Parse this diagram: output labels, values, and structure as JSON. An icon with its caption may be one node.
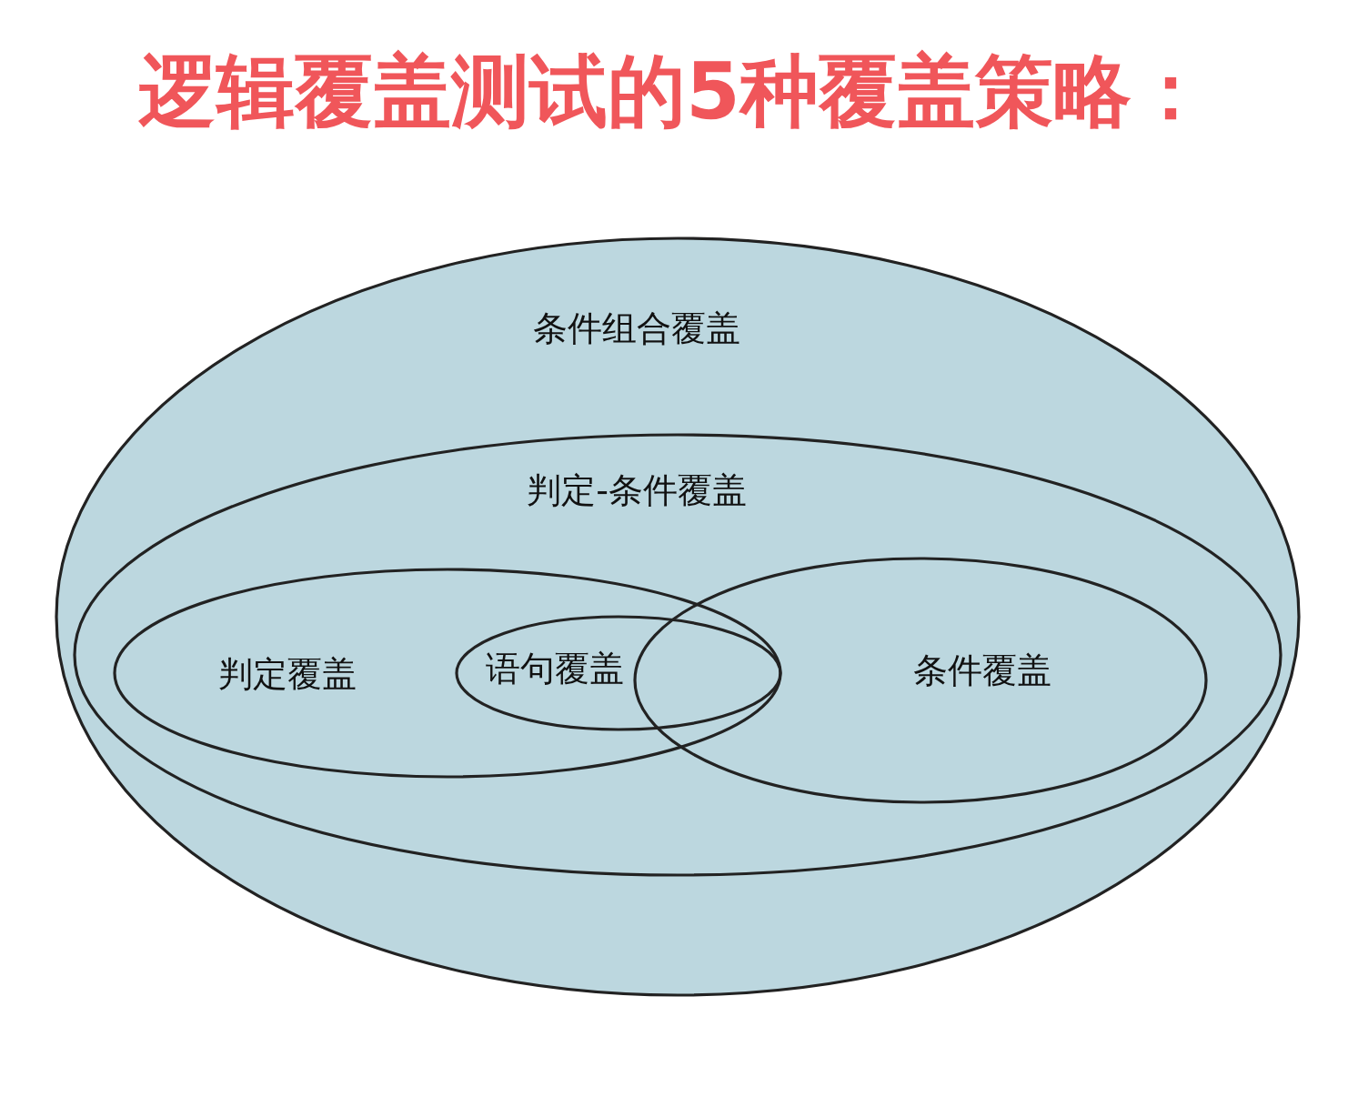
{
  "diagram": {
    "title": "逻辑覆盖测试的5种覆盖策略：",
    "nodes": [
      {
        "text": [
          "条件组合覆盖"
        ]
      },
      {
        "text": [
          "判定-条件覆盖"
        ],
        "in": 0
      },
      {
        "text": [
          "判定覆盖"
        ],
        "in": 1
      },
      {
        "text": [
          "语句覆盖"
        ],
        "in": 2
      },
      {
        "text": [
          "条件覆盖"
        ],
        "in": 1
      }
    ]
  }
}
